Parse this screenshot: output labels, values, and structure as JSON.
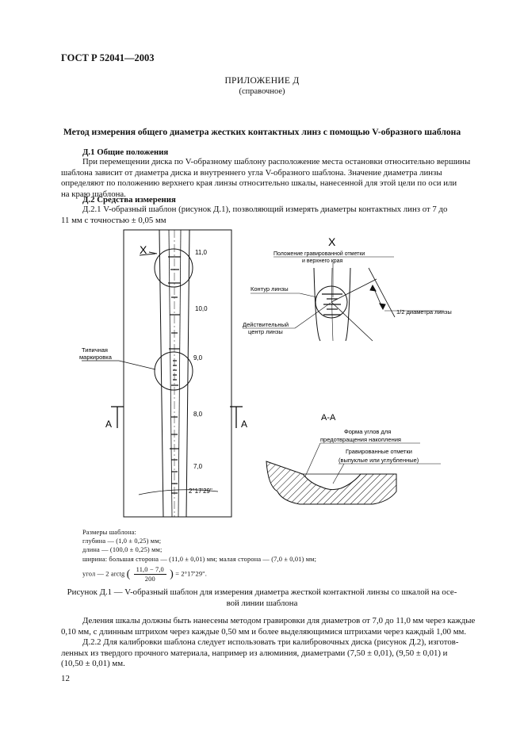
{
  "header": {
    "doc_code": "ГОСТ Р 52041—2003"
  },
  "annex": {
    "title": "ПРИЛОЖЕНИЕ Д",
    "subtitle": "(справочное)"
  },
  "main_title": "Метод измерения общего диаметра жестких контактных линз с помощью V-образного шаблона",
  "section1": {
    "title": "Д.1 Общие положения",
    "lines": [
      "При перемещении диска по V-образному шаблону расположение места остановки относительно вершины",
      "шаблона зависит от диаметра диска и внутреннего угла V-образного шаблона. Значение диаметра линзы",
      "определяют по положению верхнего края линзы относительно шкалы, нанесенной для этой цели по оси или",
      "на краю шаблона."
    ]
  },
  "section2": {
    "title": "Д.2 Средства измерения",
    "lines": [
      "Д.2.1 V-образный шаблон (рисунок Д.1), позволяющий измерять диаметры контактных линз от 7 до",
      "11 мм с точностью ± 0,05 мм"
    ]
  },
  "figure": {
    "scale_labels": [
      "11,0",
      "10,0",
      "9,0",
      "8,0",
      "7,0"
    ],
    "x_mark": "X",
    "angle_label": "2°17'29\"",
    "typical_marking": [
      "Типичная",
      "маркировка"
    ],
    "section_a": "А",
    "detail_x": {
      "title": "X",
      "engraved_label": [
        "Положение гравированной отметки",
        "и верхнего края"
      ],
      "lens_contour": "Контур линзы",
      "actual_center": [
        "Действительный",
        "центр линзы"
      ],
      "half_diameter": "1/2 диаметра линзы"
    },
    "section_aa": {
      "title": "А-А",
      "corner_shape": [
        "Форма углов для",
        "предотвращения накопления"
      ],
      "engraved_marks": [
        "Гравированные отметки",
        "(выпуклые или углубленные)"
      ]
    }
  },
  "dims": {
    "heading": "Размеры шаблона:",
    "depth": "глубина — (1,0 ± 0,25) мм;",
    "length": "длина — (100,0 ± 0,25) мм;",
    "width": "ширина: большая сторона — (11,0 ± 0,01) мм; малая сторона — (7,0 ± 0,01) мм;",
    "angle_prefix": "угол — 2 arctg",
    "frac_num": "11,0 − 7,0",
    "frac_den": "200",
    "angle_result": "= 2°17'29\"."
  },
  "caption": [
    "Рисунок Д.1 — V-образный шаблон для измерения диаметра жесткой контактной линзы со шкалой на осе-",
    "вой линии шаблона"
  ],
  "para_after": [
    "Деления шкалы должны быть нанесены методом гравировки для диаметров от 7,0 до 11,0 мм через каждые",
    "0,10 мм, с длинным штрихом через каждые 0,50 мм и более выделяющимися штрихами через каждый 1,00 мм.",
    "Д.2.2 Для калибровки шаблона следует использовать три калибровочных диска (рисунок Д.2), изготов-",
    "ленных из твердого прочного материала, например из алюминия, диаметрами (7,50 ± 0,01), (9,50 ± 0,01) и",
    "(10,50 ± 0,01) мм."
  ],
  "page_number": "12"
}
